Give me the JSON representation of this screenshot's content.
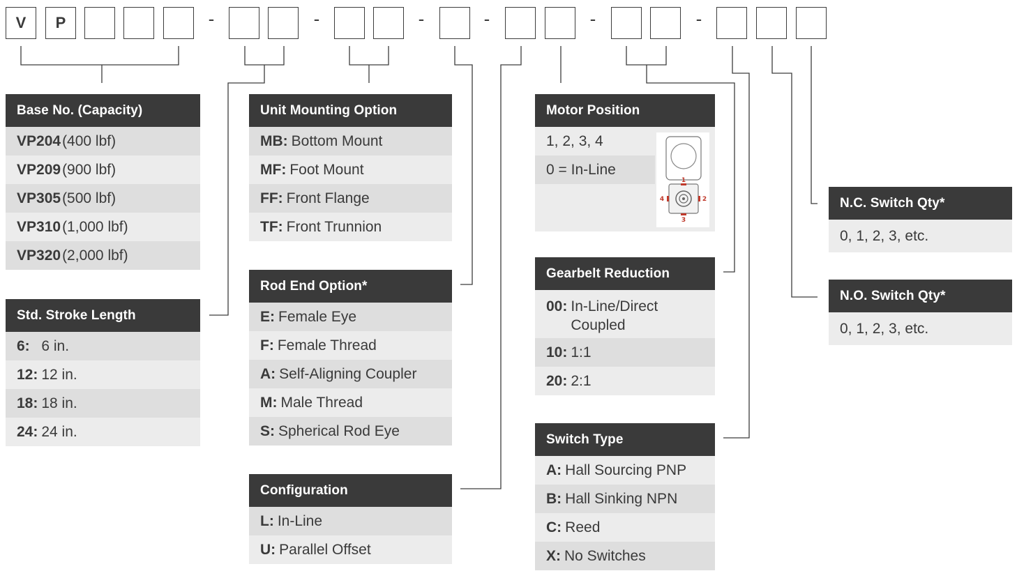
{
  "part_number": {
    "boxes": [
      "V",
      "P",
      "",
      "",
      "",
      "",
      "",
      "",
      "",
      "",
      "",
      "",
      "",
      "",
      "",
      "",
      ""
    ],
    "separator": "-"
  },
  "tables": {
    "base": {
      "title": "Base No. (Capacity)",
      "rows": [
        {
          "code": "VP204",
          "text": "(400 lbf)"
        },
        {
          "code": "VP209",
          "text": "(900 lbf)"
        },
        {
          "code": "VP305",
          "text": "(500 lbf)"
        },
        {
          "code": "VP310",
          "text": "(1,000 lbf)"
        },
        {
          "code": "VP320",
          "text": "(2,000 lbf)"
        }
      ]
    },
    "stroke": {
      "title": "Std. Stroke Length",
      "rows": [
        {
          "code": "6:",
          "text": "  6 in."
        },
        {
          "code": "12:",
          "text": "12 in."
        },
        {
          "code": "18:",
          "text": "18 in."
        },
        {
          "code": "24:",
          "text": "24 in."
        }
      ]
    },
    "mounting": {
      "title": "Unit Mounting Option",
      "rows": [
        {
          "code": "MB:",
          "text": "Bottom Mount"
        },
        {
          "code": "MF:",
          "text": "Foot Mount"
        },
        {
          "code": "FF:",
          "text": "Front Flange"
        },
        {
          "code": "TF:",
          "text": "Front Trunnion"
        }
      ]
    },
    "rodend": {
      "title": "Rod End Option*",
      "rows": [
        {
          "code": "E:",
          "text": "Female Eye"
        },
        {
          "code": "F:",
          "text": "Female Thread"
        },
        {
          "code": "A:",
          "text": "Self-Aligning Coupler"
        },
        {
          "code": "M:",
          "text": "Male Thread"
        },
        {
          "code": "S:",
          "text": "Spherical Rod Eye"
        }
      ]
    },
    "config": {
      "title": "Configuration",
      "rows": [
        {
          "code": "L:",
          "text": "In-Line"
        },
        {
          "code": "U:",
          "text": "Parallel Offset"
        }
      ]
    },
    "motor": {
      "title": "Motor Position",
      "rows": [
        {
          "text": "1, 2, 3, 4"
        },
        {
          "text": "0 = In-Line"
        }
      ],
      "diagram_labels": [
        "1",
        "2",
        "3",
        "4"
      ]
    },
    "gearbelt": {
      "title": "Gearbelt Reduction",
      "rows": [
        {
          "code": "00:",
          "text": "In-Line/Direct",
          "text2": "Coupled"
        },
        {
          "code": "10:",
          "text": "1:1"
        },
        {
          "code": "20:",
          "text": "2:1"
        }
      ]
    },
    "switchtype": {
      "title": "Switch Type",
      "rows": [
        {
          "code": "A:",
          "text": "Hall Sourcing PNP"
        },
        {
          "code": "B:",
          "text": "Hall Sinking NPN"
        },
        {
          "code": "C:",
          "text": "Reed"
        },
        {
          "code": "X:",
          "text": "No Switches"
        }
      ]
    },
    "nc": {
      "title": "N.C. Switch Qty*",
      "rows": [
        {
          "text": "0, 1, 2, 3, etc."
        }
      ]
    },
    "no": {
      "title": "N.O. Switch Qty*",
      "rows": [
        {
          "text": "0, 1, 2, 3, etc."
        }
      ]
    }
  },
  "colors": {
    "header_bg": "#3a3a3a",
    "row_light": "#ececec",
    "row_dark": "#dedede",
    "motor_accent": "#c0392b"
  }
}
